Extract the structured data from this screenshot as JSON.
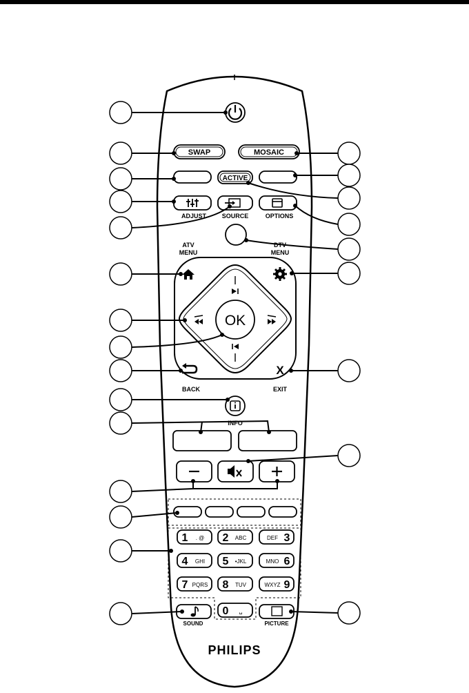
{
  "brand": "PHILIPS",
  "keys": {
    "swap": "SWAP",
    "mosaic": "MOSAIC",
    "active": "ACTIVE",
    "adjust": "ADJUST",
    "source": "SOURCE",
    "options": "OPTIONS",
    "atv_menu_1": "ATV",
    "atv_menu_2": "MENU",
    "dtv_menu_1": "DTV",
    "dtv_menu_2": "MENU",
    "ok": "OK",
    "back": "BACK",
    "exit_symbol": "X",
    "exit": "EXIT",
    "info": "INFO",
    "sound": "SOUND",
    "picture": "PICTURE"
  },
  "numpad": [
    {
      "digit": "1",
      "letters": ". @"
    },
    {
      "digit": "2",
      "letters": "ABC"
    },
    {
      "digit": "3",
      "letters": "DEF"
    },
    {
      "digit": "4",
      "letters": "GHI"
    },
    {
      "digit": "5",
      "letters": "•JKL"
    },
    {
      "digit": "6",
      "letters": "MNO"
    },
    {
      "digit": "7",
      "letters": "PQRS"
    },
    {
      "digit": "8",
      "letters": "TUV"
    },
    {
      "digit": "9",
      "letters": "WXYZ"
    },
    {
      "digit": "0",
      "letters": "␣"
    }
  ],
  "icons": [
    "power-icon",
    "adjust-sliders-icon",
    "source-icon",
    "options-icon",
    "home-icon",
    "gear-icon",
    "back-arrow-icon",
    "info-icon",
    "mute-icon",
    "minus-icon",
    "plus-icon",
    "music-note-icon",
    "picture-icon",
    "play-next-icon",
    "play-prev-icon",
    "fast-forward-icon",
    "rewind-icon"
  ],
  "colors": {
    "outline": "#000000",
    "background": "#ffffff"
  }
}
